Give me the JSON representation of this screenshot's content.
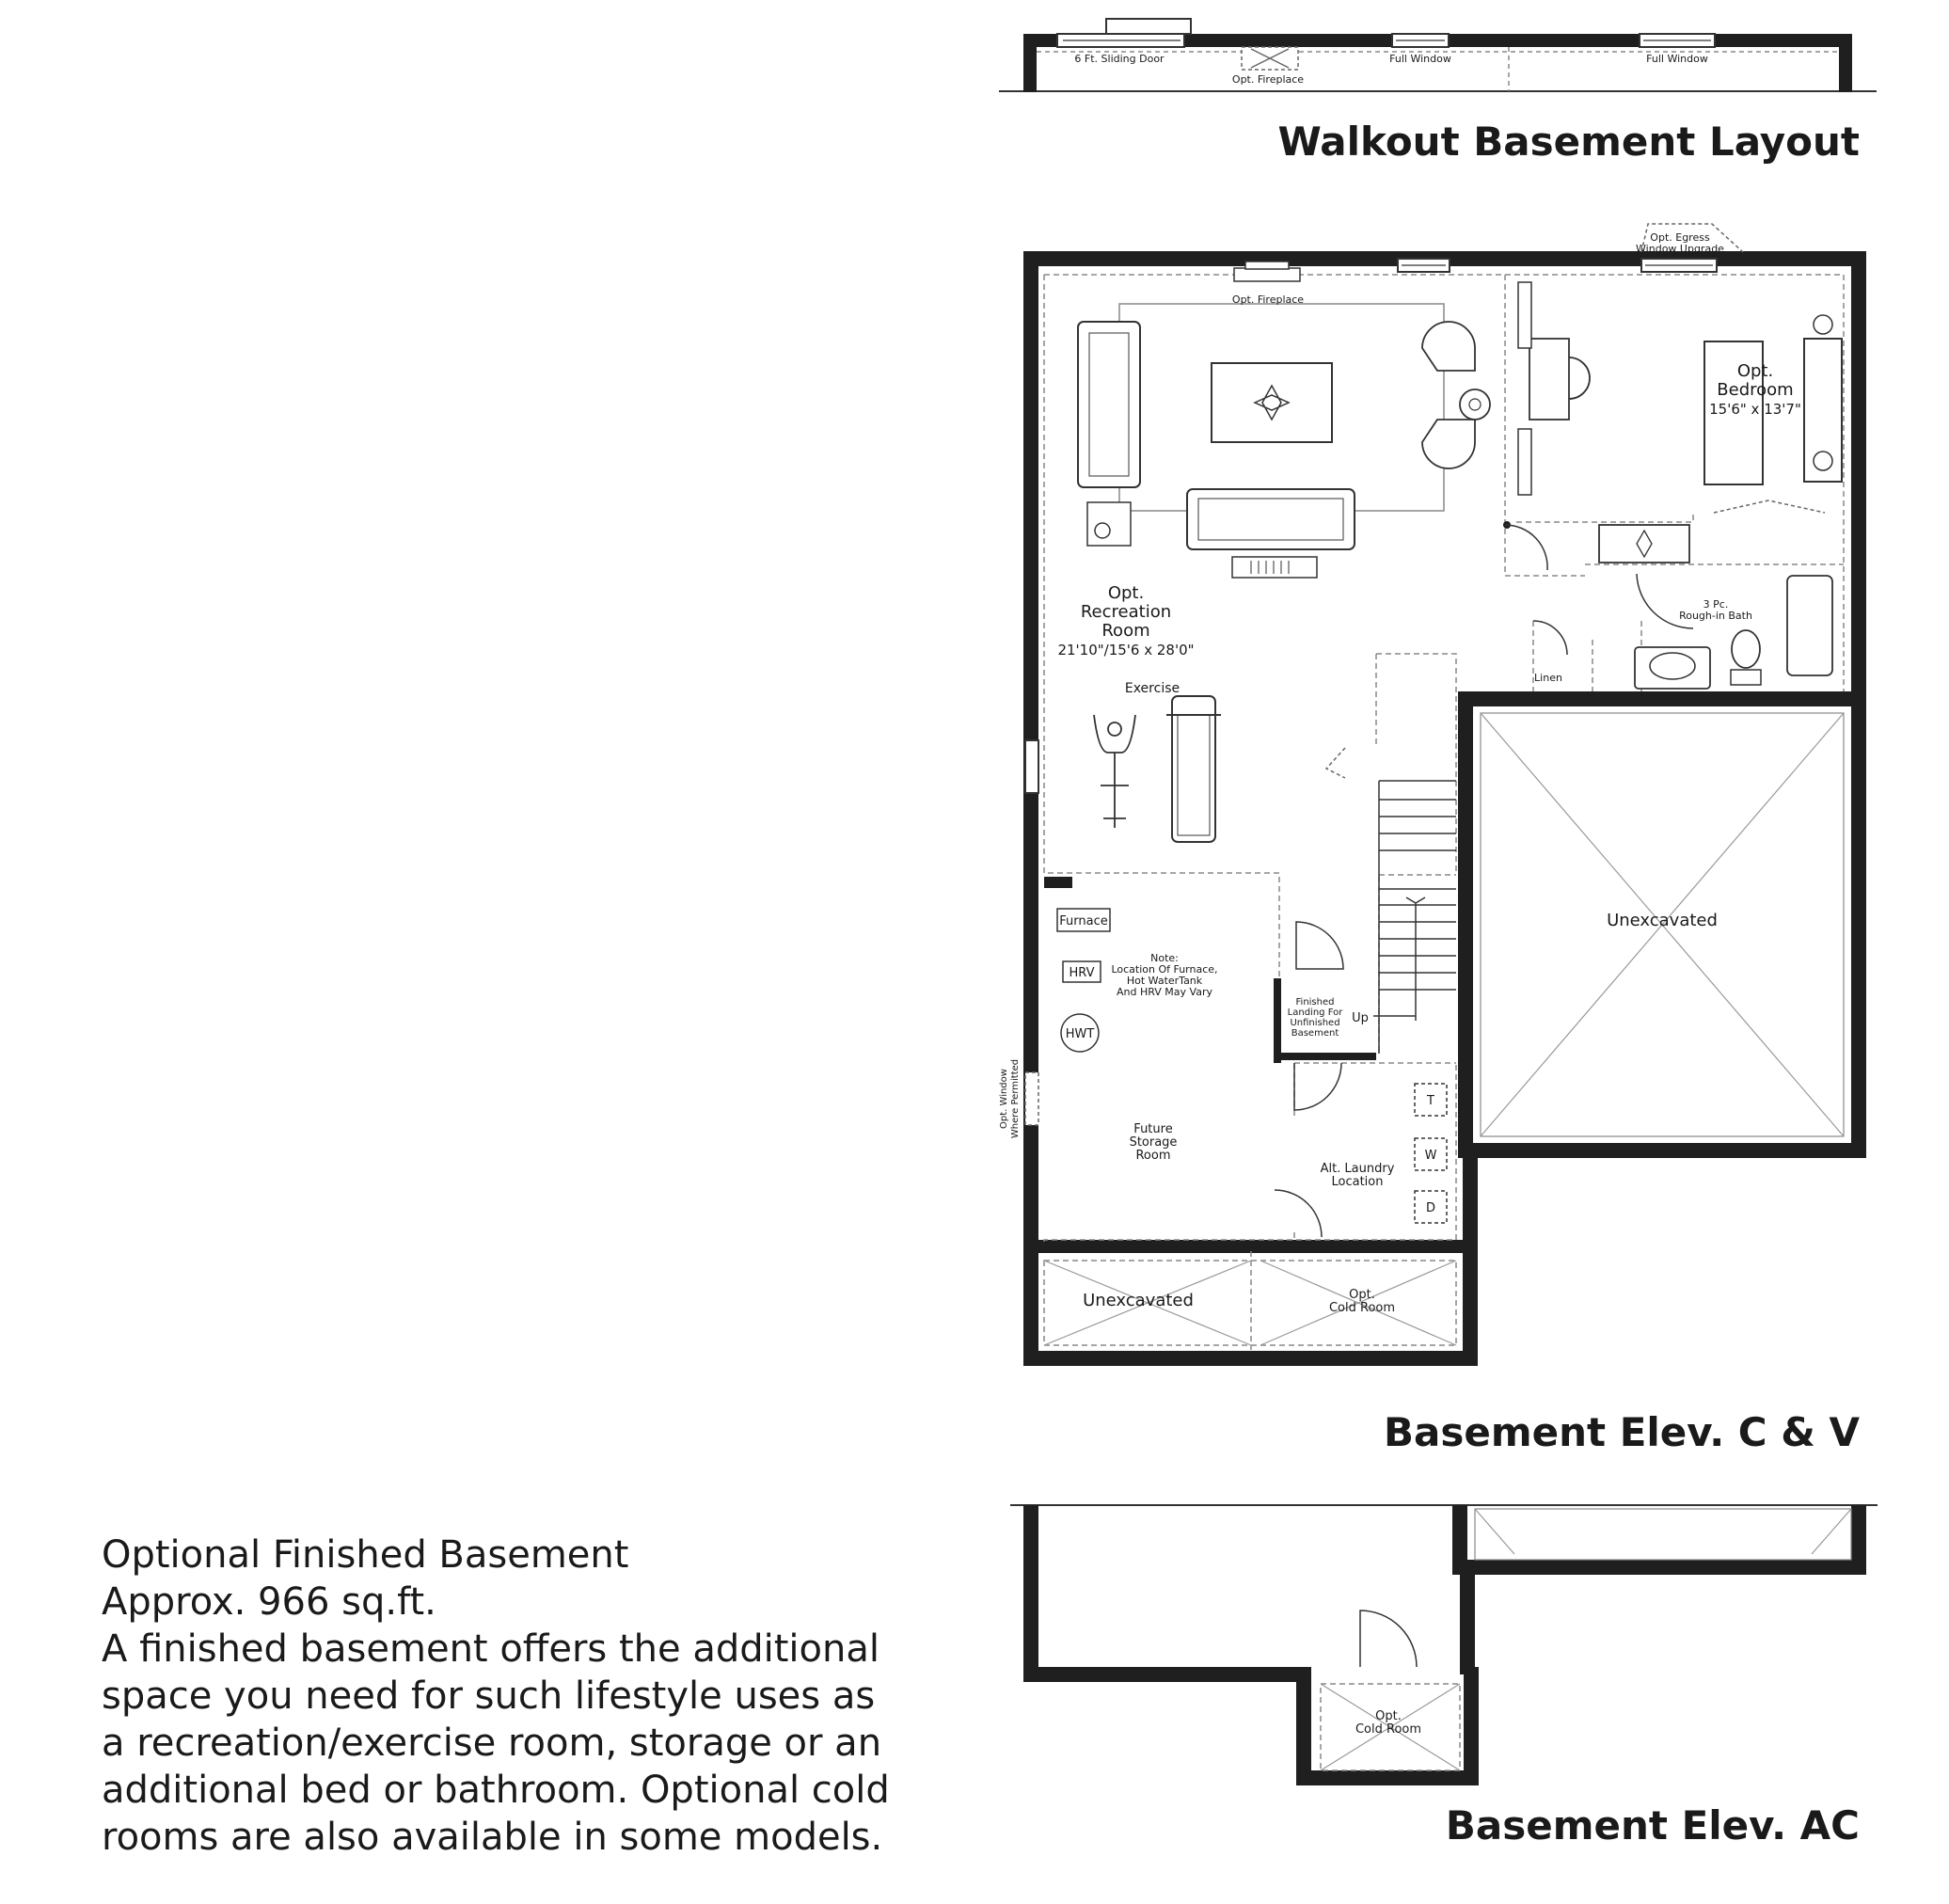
{
  "headings": {
    "walkout": "Walkout Basement Layout",
    "elev_cv": "Basement Elev. C & V",
    "elev_ac": "Basement Elev. AC"
  },
  "description": {
    "title": "Optional Finished Basement",
    "area": "Approx. 966 sq.ft.",
    "body_lines": [
      "A finished basement offers the additional",
      "space you need for such lifestyle uses as",
      "a recreation/exercise room, storage or an",
      "additional bed or bathroom. Optional cold",
      "rooms are also available in some models."
    ]
  },
  "walkout_labels": {
    "sliding_door": "6 Ft. Sliding Door",
    "fireplace": "Opt. Fireplace",
    "full_window_1": "Full Window",
    "full_window_2": "Full Window"
  },
  "main_plan_labels": {
    "egress_line1": "Opt. Egress",
    "egress_line2": "Window Upgrade",
    "fireplace": "Opt. Fireplace",
    "bedroom_line1": "Opt.",
    "bedroom_line2": "Bedroom",
    "bedroom_dims": "15'6\" x 13'7\"",
    "rec_line1": "Opt.",
    "rec_line2": "Recreation",
    "rec_line3": "Room",
    "rec_dims": "21'10\"/15'6 x 28'0\"",
    "exercise": "Exercise",
    "bath_line1": "3 Pc.",
    "bath_line2": "Rough-in Bath",
    "linen": "Linen",
    "unexcavated_right": "Unexcavated",
    "furnace": "Furnace",
    "hrv": "HRV",
    "hwt": "HWT",
    "note_line1": "Note:",
    "note_line2": "Location Of Furnace,",
    "note_line3": "Hot WaterTank",
    "note_line4": "And HRV May Vary",
    "landing_line1": "Finished",
    "landing_line2": "Landing For",
    "landing_line3": "Unfinished",
    "landing_line4": "Basement",
    "up": "Up",
    "opt_window_line1": "Opt. Window",
    "opt_window_line2": "Where Permitted",
    "storage_line1": "Future",
    "storage_line2": "Storage",
    "storage_line3": "Room",
    "laundry_line1": "Alt. Laundry",
    "laundry_line2": "Location",
    "tub": "T",
    "washer": "W",
    "dryer": "D",
    "unexcavated_bottom": "Unexcavated",
    "cold_line1": "Opt.",
    "cold_line2": "Cold Room"
  },
  "ac_plan_labels": {
    "cold_line1": "Opt.",
    "cold_line2": "Cold Room"
  }
}
